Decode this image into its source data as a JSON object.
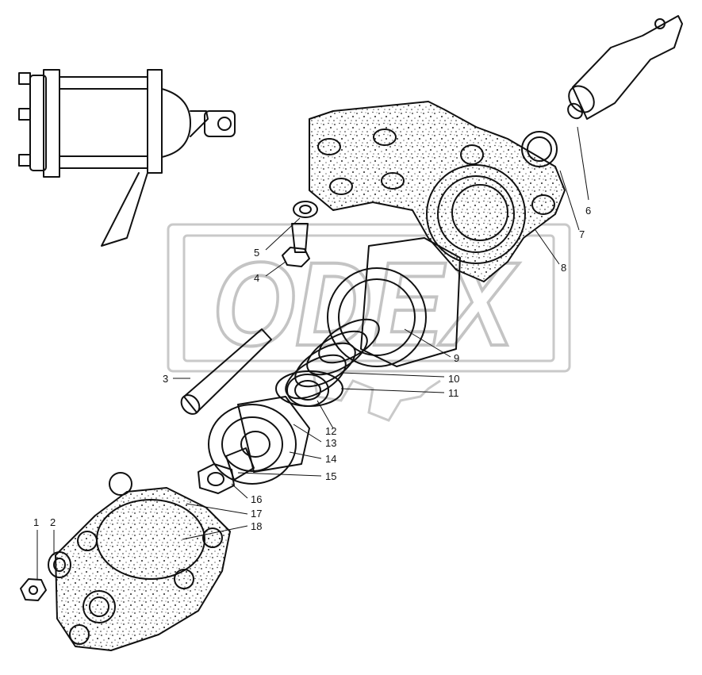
{
  "watermark": {
    "text": "ODEX"
  },
  "callouts": [
    {
      "id": "1",
      "label": "1"
    },
    {
      "id": "2",
      "label": "2"
    },
    {
      "id": "3",
      "label": "3"
    },
    {
      "id": "4",
      "label": "4"
    },
    {
      "id": "5",
      "label": "5"
    },
    {
      "id": "6",
      "label": "6"
    },
    {
      "id": "7",
      "label": "7"
    },
    {
      "id": "8",
      "label": "8"
    },
    {
      "id": "9",
      "label": "9"
    },
    {
      "id": "10",
      "label": "10"
    },
    {
      "id": "11",
      "label": "11"
    },
    {
      "id": "12",
      "label": "12"
    },
    {
      "id": "13",
      "label": "13"
    },
    {
      "id": "14",
      "label": "14"
    },
    {
      "id": "15",
      "label": "15"
    },
    {
      "id": "16",
      "label": "16"
    },
    {
      "id": "17",
      "label": "17"
    },
    {
      "id": "18",
      "label": "18"
    }
  ]
}
